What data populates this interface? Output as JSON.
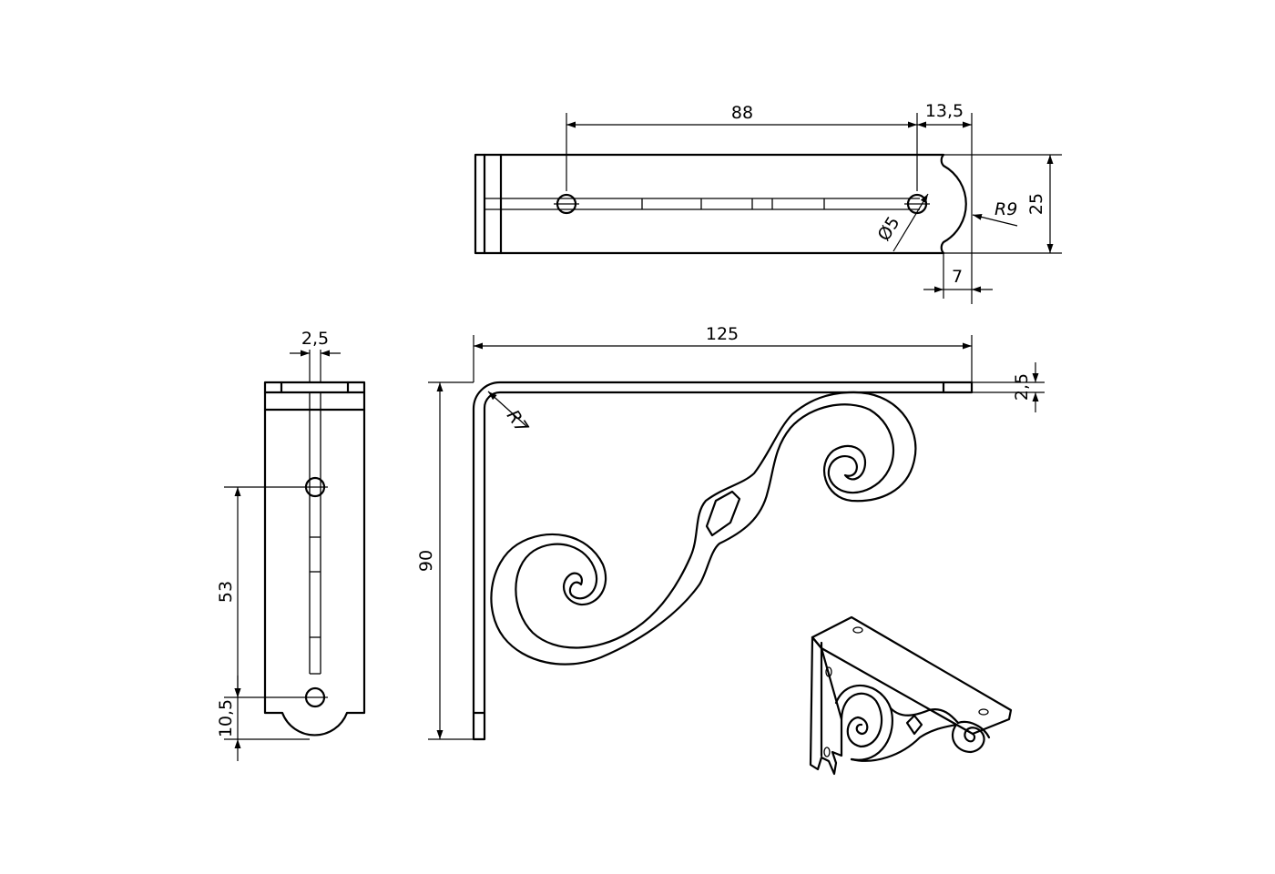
{
  "dimensions": {
    "top_hole_spacing": "88",
    "top_end_offset": "13,5",
    "top_radius": "R9",
    "top_hole_diameter": "Ø5",
    "top_width": "25",
    "top_bottom_offset": "7",
    "length": "125",
    "thickness_top": "2,5",
    "bend_radius": "R7",
    "height": "90",
    "thickness_side": "2,5",
    "side_hole_spacing": "53",
    "side_end_offset": "10,5"
  }
}
